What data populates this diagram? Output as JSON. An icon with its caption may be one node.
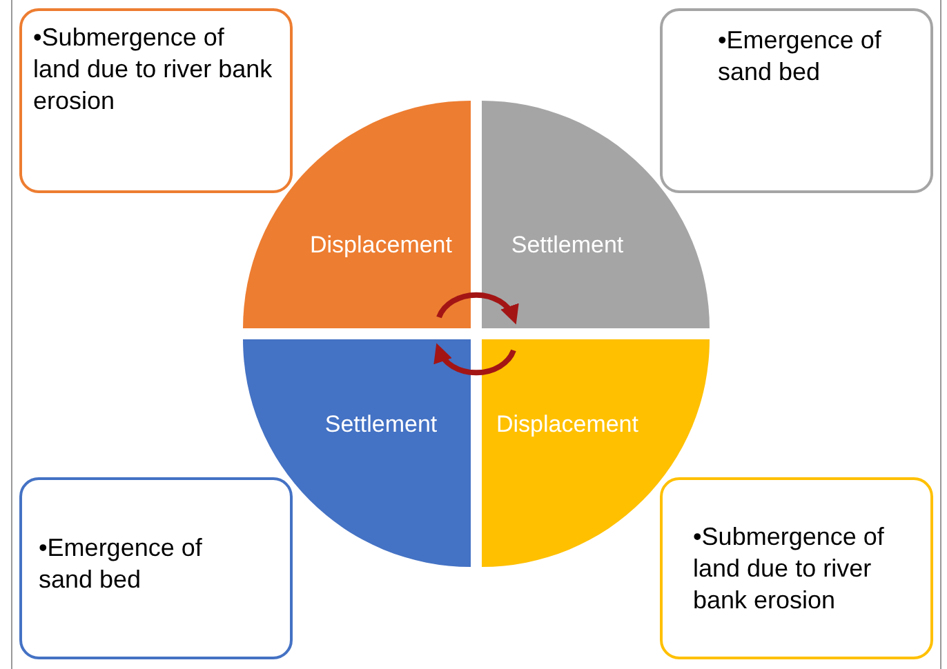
{
  "diagram": {
    "nodes": [
      {
        "text": [
          "•Submergence of land due to river bank erosion"
        ]
      },
      {
        "text": [
          "•Emergence of sand bed"
        ]
      },
      {
        "text": [
          "Displacement"
        ]
      },
      {
        "text": [
          "Settlement"
        ]
      },
      {
        "text": [
          "Settlement"
        ]
      },
      {
        "text": [
          "Displacement"
        ]
      },
      {
        "text": [
          "•Emergence of sand bed"
        ]
      },
      {
        "text": [
          "•Submergence of land due to river bank erosion"
        ]
      }
    ],
    "edges": [
      {
        "from": 2,
        "to": 3,
        "arrow": "to"
      },
      {
        "from": 5,
        "to": 4,
        "arrow": "to"
      }
    ]
  }
}
